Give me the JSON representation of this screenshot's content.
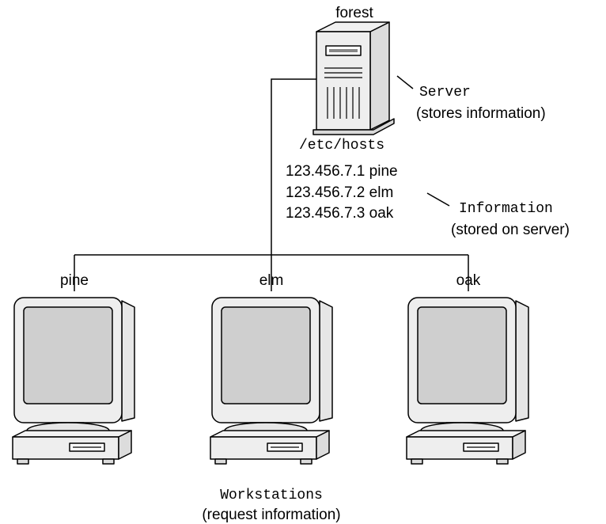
{
  "server": {
    "name": "forest",
    "role_label": "Server",
    "role_description": "(stores information)",
    "file_path": "/etc/hosts"
  },
  "hosts_file": {
    "entries": [
      "123.456.7.1 pine",
      "123.456.7.2 elm",
      "123.456.7.3 oak"
    ],
    "label": "Information",
    "description": "(stored on server)"
  },
  "workstations": {
    "names": [
      "pine",
      "elm",
      "oak"
    ],
    "group_label": "Workstations",
    "group_description": "(request information)"
  }
}
